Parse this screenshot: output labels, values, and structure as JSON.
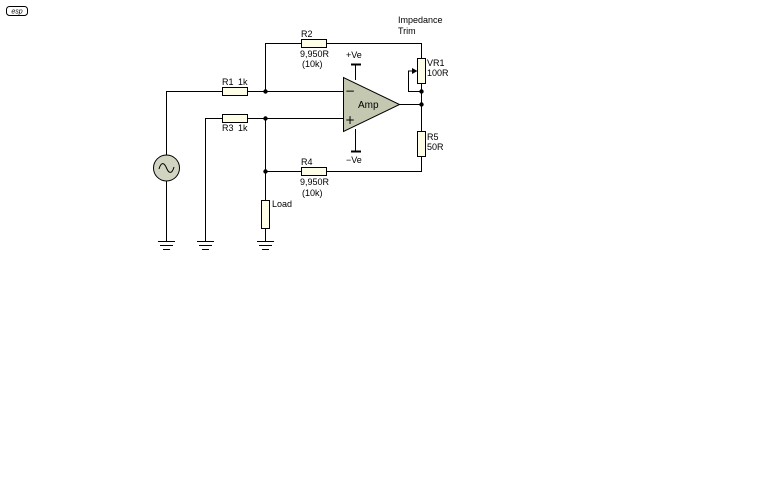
{
  "logo": {
    "text": "esp"
  },
  "opamp": {
    "label": "Amp",
    "inverting_sign": "−",
    "noninverting_sign": "+"
  },
  "supply": {
    "positive": "+Ve",
    "negative": "−Ve"
  },
  "annotation": {
    "line1": "Impedance",
    "line2": "Trim"
  },
  "components": {
    "r1": {
      "name": "R1",
      "value": "1k"
    },
    "r2": {
      "name": "R2",
      "value": "9,950R",
      "note": "(10k)"
    },
    "r3": {
      "name": "R3",
      "value": "1k"
    },
    "r4": {
      "name": "R4",
      "value": "9,950R",
      "note": "(10k)"
    },
    "r5": {
      "name": "R5",
      "value": "50R"
    },
    "vr1": {
      "name": "VR1",
      "value": "100R"
    },
    "load": {
      "name": "Load"
    }
  }
}
